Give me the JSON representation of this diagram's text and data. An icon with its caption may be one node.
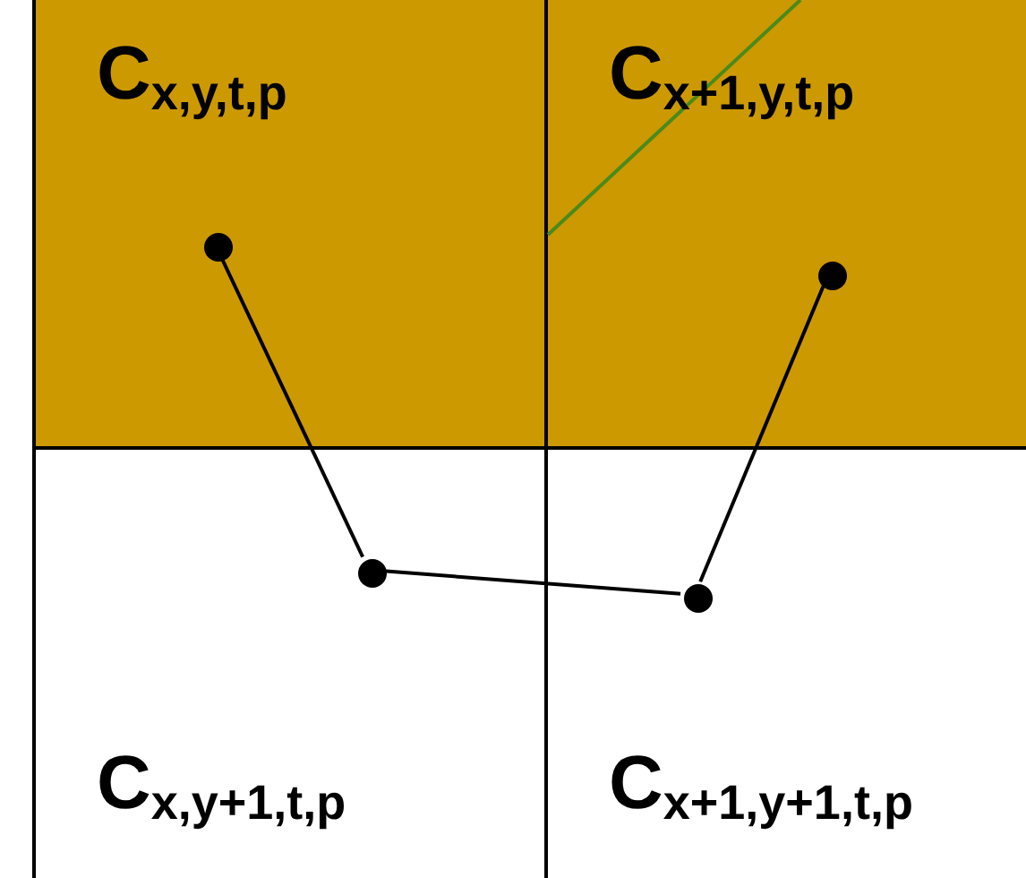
{
  "diagram": {
    "nodes": [
      {
        "text": [
          "C$_{x,y,t,p}$"
        ]
      },
      {
        "text": [],
        "shape": "circle",
        "in": 0
      },
      {
        "text": [
          "C$_{x+1,y,t,p}$"
        ]
      },
      {
        "text": [],
        "shape": "circle",
        "in": 2
      },
      {
        "text": [
          "C$_{x,y+1,t,p}$"
        ]
      },
      {
        "text": [],
        "shape": "circle",
        "in": 4
      },
      {
        "text": [
          "C$_{x+1,y+1,t,p}$"
        ]
      },
      {
        "text": [],
        "shape": "circle",
        "in": 6
      }
    ],
    "edges": [
      {
        "from": 1,
        "to": 5,
        "arrow": "none"
      },
      {
        "from": 5,
        "to": 7,
        "arrow": "none"
      },
      {
        "from": 7,
        "to": 3,
        "arrow": "none"
      }
    ]
  }
}
